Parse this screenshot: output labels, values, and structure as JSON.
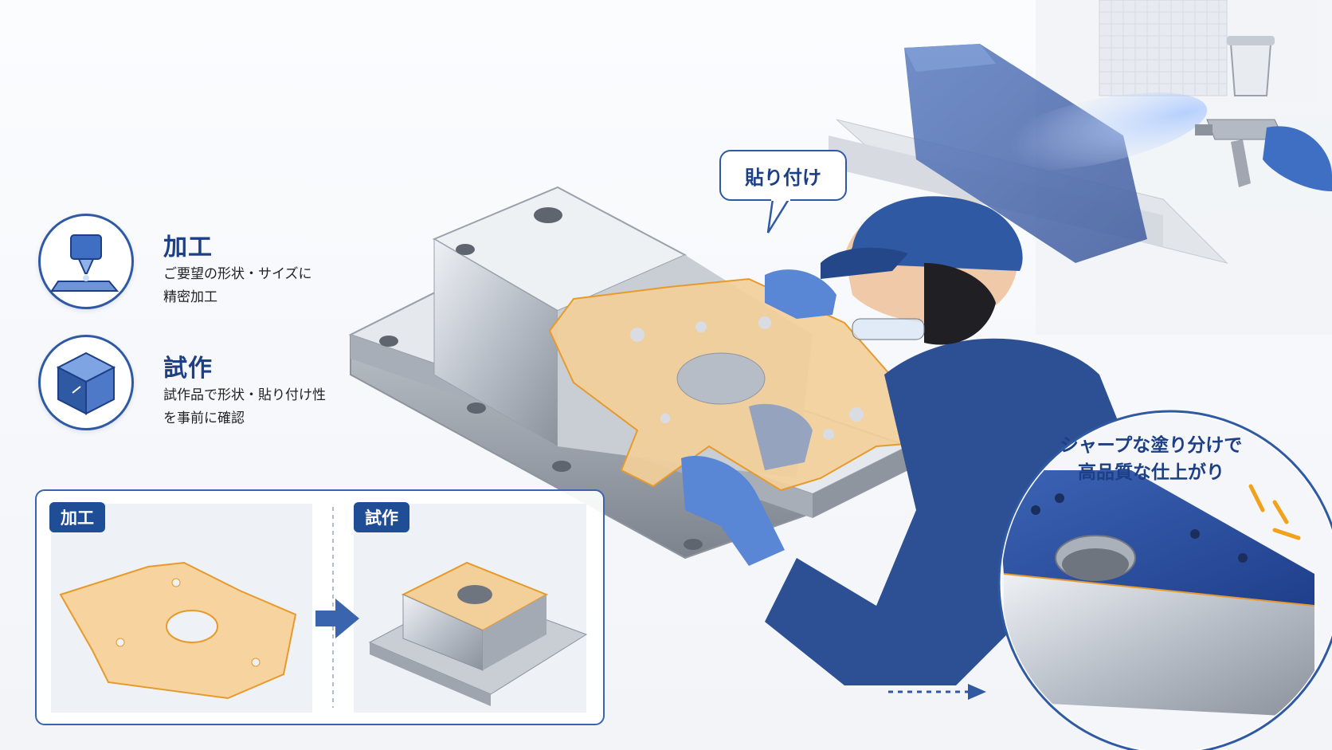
{
  "features": [
    {
      "title": "加工",
      "desc_lines": [
        "ご要望の形状・サイズに",
        "精密加工"
      ]
    },
    {
      "title": "試作",
      "desc_lines": [
        "試作品で形状・貼り付け性",
        "を事前に確認"
      ]
    }
  ],
  "speech_bubble": "貼り付け",
  "process_panel": {
    "step1_label": "加工",
    "step2_label": "試作"
  },
  "callout": {
    "lines": [
      "シャープな塗り分けで",
      "高品質な仕上がり"
    ]
  },
  "colors": {
    "brand_blue": "#1f4d96",
    "masking_tape": "#f3cf9a",
    "tape_edge": "#e79a2c",
    "paint_blue": "#2a4fa6",
    "accent_orange": "#f2a21a"
  },
  "icons": [
    "machining-icon",
    "prototype-cube-icon",
    "arrow-right-icon",
    "dotted-arrow-icon",
    "spray-gun-icon"
  ]
}
